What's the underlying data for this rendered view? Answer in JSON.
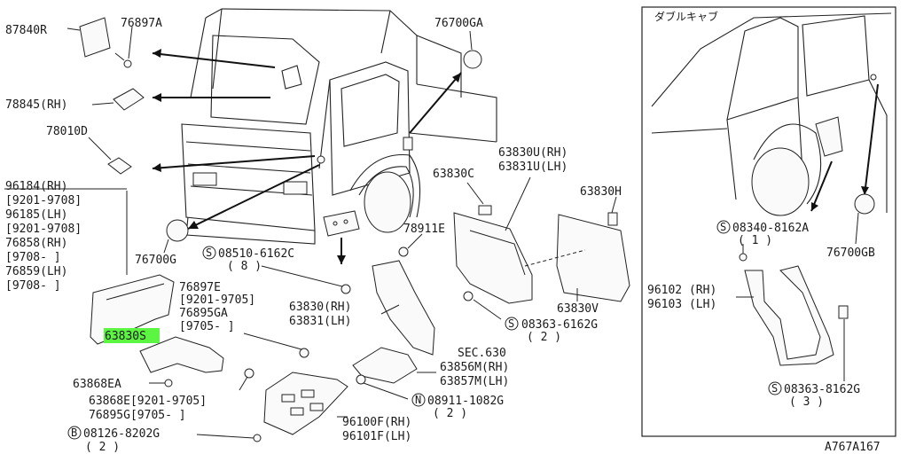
{
  "diagram": {
    "page_code": "A767A167",
    "inset_title": "ダブルキャブ",
    "labels": {
      "p87840r": "87840R",
      "p76897a": "76897A",
      "p78845": "78845(RH)",
      "p78010d": "78010D",
      "p96184": "96184(RH)",
      "p96184d": "[9201-9708]",
      "p96185": "96185(LH)",
      "p96185d": "[9201-9708]",
      "p76858": "76858(RH)",
      "p76858d": "[9708-      ]",
      "p76859": "76859(LH)",
      "p76859d": "[9708-      ]",
      "p76700g": "76700G",
      "p76700ga": "76700GA",
      "p08510": "08510-6162C",
      "p08510q": "( 8 )",
      "p76897e": "76897E",
      "p76897ed": "[9201-9705]",
      "p76895ga": "76895GA",
      "p76895gad": "[9705-      ]",
      "p63830s": "63830S",
      "p63868ea": "63868EA",
      "p63868e": "63868E[9201-9705]",
      "p76895g": "76895G[9705-      ]",
      "p08126": "08126-8202G",
      "p08126q": "( 2 )",
      "p63830c": "63830C",
      "p63830u": "63830U(RH)",
      "p63831u": "63831U(LH)",
      "p63830h": "63830H",
      "p78911e": "78911E",
      "p63830": "63830(RH)",
      "p63831": "63831(LH)",
      "p63830v": "63830V",
      "p08363a": "08363-6162G",
      "p08363aq": "( 2 )",
      "psec630": "SEC.630",
      "p63856m": "63856M(RH)",
      "p63857m": "63857M(LH)",
      "p08911": "08911-1082G",
      "p08911q": "( 2 )",
      "p96100f": "96100F(RH)",
      "p96101f": "96101F(LH)",
      "p08340": "08340-8162A",
      "p08340q": "( 1 )",
      "p76700gb": "76700GB",
      "p96102": "96102 (RH)",
      "p96103": "96103 (LH)",
      "p08363b": "08363-8162G",
      "p08363bq": "( 3 )"
    },
    "symbols": {
      "screw": "S",
      "nut": "N",
      "bolt": "B"
    },
    "highlight_color": "#5cf542"
  }
}
